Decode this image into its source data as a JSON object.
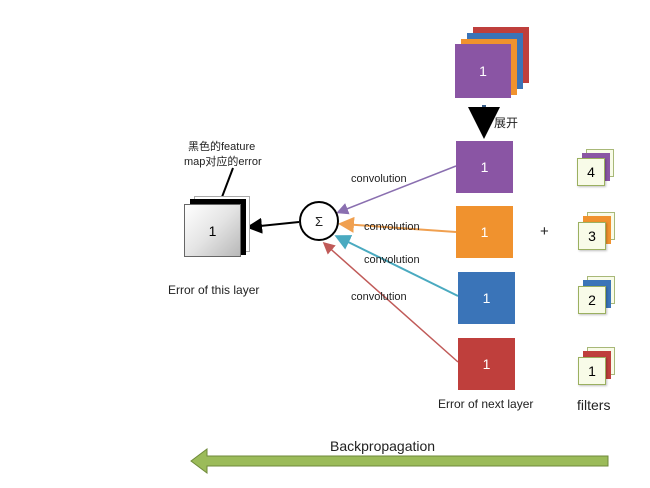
{
  "colors": {
    "purple": "#8a55a4",
    "orange": "#f0922e",
    "blue": "#3a74b8",
    "red": "#bf3f3c",
    "arrow_purple": "#8a6fb0",
    "arrow_orange": "#f0a050",
    "arrow_teal": "#4aaac0",
    "arrow_red": "#c05a58",
    "green": "#8faa46"
  },
  "top_stack": {
    "label": "1"
  },
  "unfold_label": "展开",
  "next_layer": {
    "maps": [
      "1",
      "1",
      "1",
      "1"
    ],
    "caption": "Error of next layer"
  },
  "convolution_labels": [
    "convolution",
    "convolution",
    "convolution",
    "convolution"
  ],
  "plus_sign": "+",
  "filters": {
    "items": [
      "4",
      "3",
      "2",
      "1"
    ],
    "caption": "filters"
  },
  "sum_symbol": "Σ",
  "this_layer": {
    "label": "1",
    "caption": "Error of this layer",
    "note_line1": "黑色的feature",
    "note_line2": "map对应的error"
  },
  "backprop": {
    "label": "Backpropagation"
  }
}
